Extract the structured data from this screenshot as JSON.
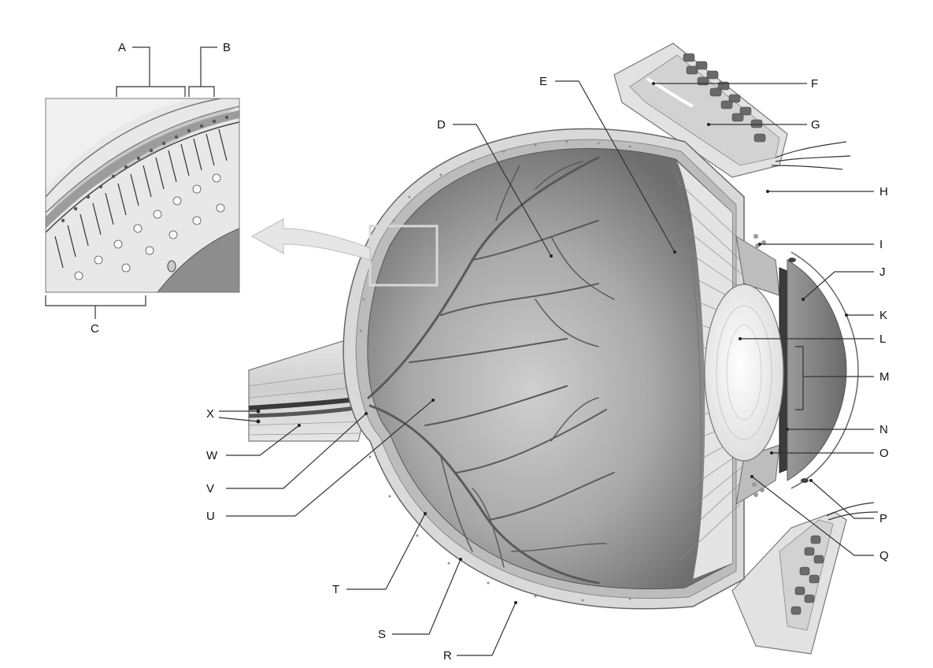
{
  "labels": {
    "A": "A",
    "B": "B",
    "C": "C",
    "D": "D",
    "E": "E",
    "F": "F",
    "G": "G",
    "H": "H",
    "I": "I",
    "J": "J",
    "K": "K",
    "L": "L",
    "M": "M",
    "N": "N",
    "O": "O",
    "P": "P",
    "Q": "Q",
    "R": "R",
    "S": "S",
    "T": "T",
    "U": "U",
    "V": "V",
    "W": "W",
    "X": "X"
  }
}
